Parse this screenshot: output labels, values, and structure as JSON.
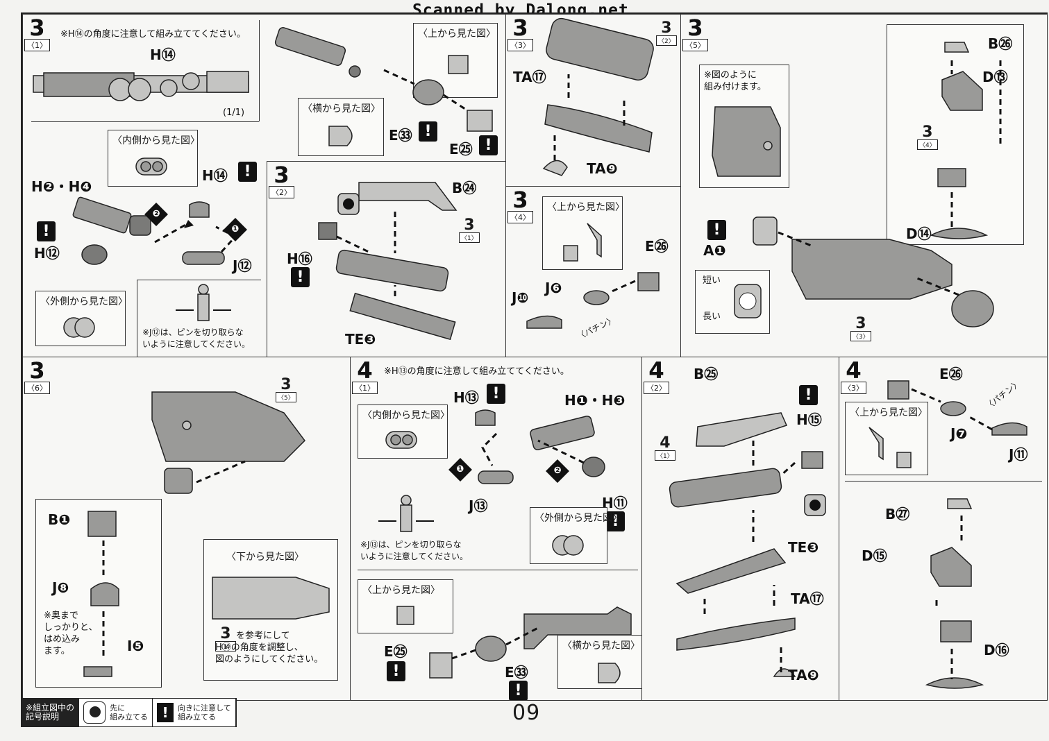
{
  "header": {
    "scan_credit": "Scanned by Dalong.net"
  },
  "page_number": "09",
  "legend": {
    "title": "※組立図中の\n記号説明",
    "item1": "先に\n組み立てる",
    "item2": "向きに注意して\n組み立てる",
    "warn_glyph": "!"
  },
  "steps": {
    "s3_1": {
      "num": "3",
      "sub": "〈1〉",
      "note": "※H⑭の角度に注意して組み立ててください。",
      "runner_label": "H⑭",
      "runner_page": "(1/1)",
      "view_inner": "〈内側から見た図〉",
      "view_outer": "〈外側から見た図〉",
      "labels": [
        "H❷・H❹",
        "H⑭",
        "H⑫",
        "J⑫"
      ],
      "badge1": "❶",
      "badge2": "❷",
      "pin_note": "※J⑫は、ピンを切り取らな\nいように注意してください。",
      "view_top": "〈上から見た図〉",
      "view_side": "〈横から見た図〉",
      "e33": "E㉝",
      "e25": "E㉕"
    },
    "s3_2": {
      "num": "3",
      "sub": "〈2〉",
      "labels": [
        "B㉔",
        "H⑯",
        "TE❸"
      ],
      "ref": "3",
      "ref_sub": "〈1〉"
    },
    "s3_3": {
      "num": "3",
      "sub": "〈3〉",
      "labels": [
        "TA⑰",
        "TA❾"
      ],
      "ref": "3",
      "ref_sub": "〈2〉"
    },
    "s3_4": {
      "num": "3",
      "sub": "〈4〉",
      "view_top": "〈上から見た図〉",
      "labels": [
        "E㉖",
        "J❿",
        "J❻"
      ],
      "click": "〈パチン〉"
    },
    "s3_5": {
      "num": "3",
      "sub": "〈5〉",
      "note": "※図のように\n組み付けます。",
      "labels": [
        "B㉖",
        "D⑬",
        "D⑭",
        "A❶"
      ],
      "ref_a": "3",
      "ref_a_sub": "〈4〉",
      "ref_b": "3",
      "ref_b_sub": "〈3〉",
      "short": "短い",
      "long": "長い"
    },
    "s3_6": {
      "num": "3",
      "sub": "〈6〉",
      "ref": "3",
      "ref_sub": "〈5〉",
      "labels": [
        "B❶",
        "J❽",
        "I❺"
      ],
      "press_note": "※奥まで\nしっかりと、\nはめ込み\nます。",
      "view_bottom": "〈下から見た図〉",
      "adjust_ref": "3",
      "adjust_ref_sub": "〈1〉",
      "adjust_note": "を参考にして\nH⑭の角度を調整し、\n図のようにしてください。"
    },
    "s4_1": {
      "num": "4",
      "sub": "〈1〉",
      "note": "※H⑬の角度に注意して組み立ててください。",
      "view_inner": "〈内側から見た図〉",
      "view_outer": "〈外側から見た図〉",
      "labels": [
        "H⑬",
        "H❶・H❸",
        "J⑬",
        "H⑪"
      ],
      "badge1": "❶",
      "badge2": "❷",
      "pin_note": "※J⑬は、ピンを切り取らな\nいように注意してください。",
      "view_top": "〈上から見た図〉",
      "view_side": "〈横から見た図〉",
      "e25": "E㉕",
      "e33": "E㉝"
    },
    "s4_2": {
      "num": "4",
      "sub": "〈2〉",
      "labels": [
        "B㉕",
        "H⑮",
        "TE❸",
        "TA⑰",
        "TA❾"
      ],
      "ref": "4",
      "ref_sub": "〈1〉"
    },
    "s4_3": {
      "num": "4",
      "sub": "〈3〉",
      "labels": [
        "E㉖",
        "J❼",
        "J⑪",
        "B㉗",
        "D⑮",
        "D⑯"
      ],
      "view_top": "〈上から見た図〉",
      "click": "〈パチン〉"
    }
  }
}
